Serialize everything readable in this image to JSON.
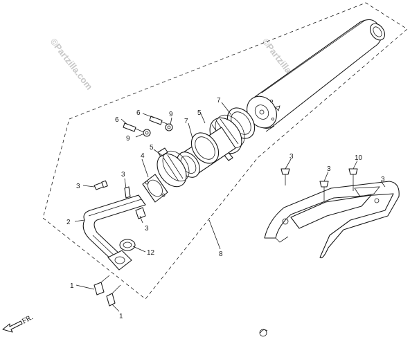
{
  "watermark_text": "©Partzilla.com",
  "direction_label": "FR.",
  "callouts": {
    "c1a": "1",
    "c1b": "1",
    "c2": "2",
    "c3a": "3",
    "c3b": "3",
    "c3c": "3",
    "c3d": "3",
    "c3e": "3",
    "c3f": "3",
    "c4": "4",
    "c5a": "5",
    "c5b": "5",
    "c6a": "6",
    "c6b": "6",
    "c7a": "7",
    "c7b": "7",
    "c8": "8",
    "c9a": "9",
    "c9b": "9",
    "c10": "10",
    "c12": "12"
  },
  "icons": [
    "direction-arrow-icon",
    "partzilla-logo-icon"
  ]
}
